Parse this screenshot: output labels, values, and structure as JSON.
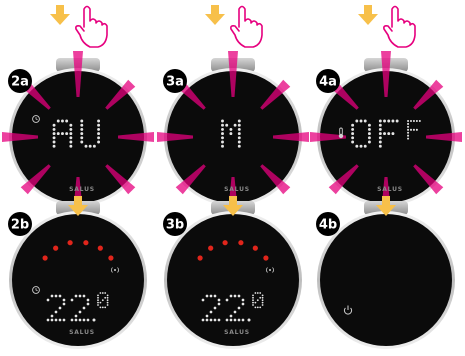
{
  "steps": [
    {
      "label": "2a",
      "display": "AU",
      "display_icon": "clock-icon",
      "state": "blinking"
    },
    {
      "label": "3a",
      "display": "M",
      "display_icon": "",
      "state": "blinking"
    },
    {
      "label": "4a",
      "display": "OFF",
      "display_icon": "thermometer-icon",
      "state": "blinking"
    },
    {
      "label": "2b",
      "display": "22.0",
      "display_icon": "clock-icon",
      "state": "on"
    },
    {
      "label": "3b",
      "display": "22.0",
      "display_icon": "",
      "state": "on"
    },
    {
      "label": "4b",
      "display": "",
      "display_icon": "power-icon",
      "state": "off"
    }
  ],
  "brand": "SALUS",
  "colors": {
    "label_bg": "#000000",
    "arrow": "#f7c04a",
    "hand": "#e6007e",
    "rays": "#e6007e",
    "leds": "#e1251b",
    "dots": "#e6e6e6"
  }
}
